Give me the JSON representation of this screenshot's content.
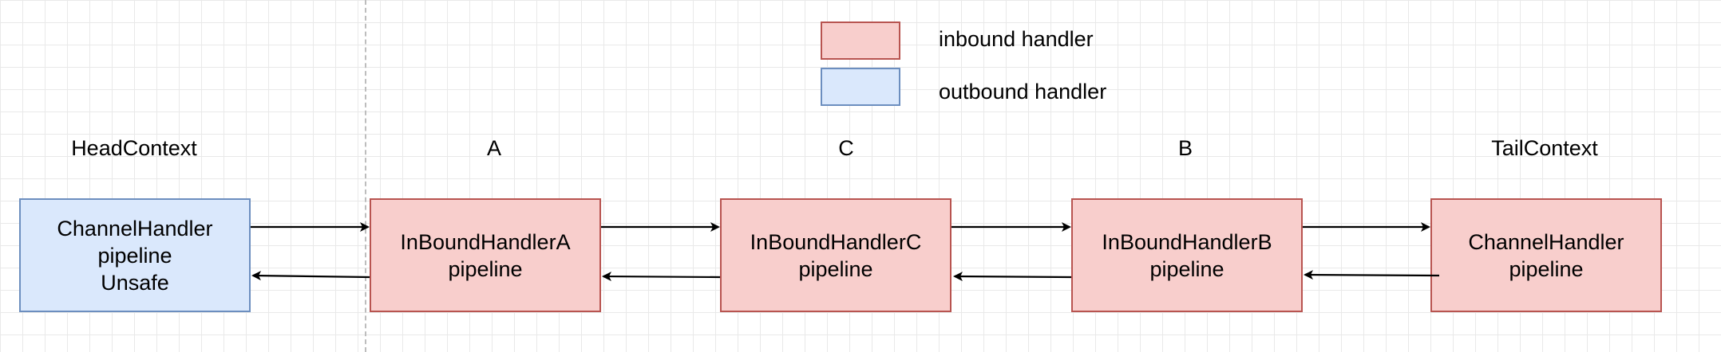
{
  "colors": {
    "inbound_fill": "#f8cecc",
    "inbound_stroke": "#b85450",
    "outbound_fill": "#dae8fc",
    "outbound_stroke": "#6c8ebf",
    "arrow": "#000000"
  },
  "legend": {
    "inbound": "inbound handler",
    "outbound": "outbound handler"
  },
  "nodes": [
    {
      "title": "HeadContext",
      "lines": [
        "ChannelHandler",
        "pipeline",
        "Unsafe"
      ],
      "kind": "outbound"
    },
    {
      "title": "A",
      "lines": [
        "InBoundHandlerA",
        "pipeline"
      ],
      "kind": "inbound"
    },
    {
      "title": "C",
      "lines": [
        "InBoundHandlerC",
        "pipeline"
      ],
      "kind": "inbound"
    },
    {
      "title": "B",
      "lines": [
        "InBoundHandlerB",
        "pipeline"
      ],
      "kind": "inbound"
    },
    {
      "title": "TailContext",
      "lines": [
        "ChannelHandler",
        "pipeline"
      ],
      "kind": "inbound"
    }
  ]
}
